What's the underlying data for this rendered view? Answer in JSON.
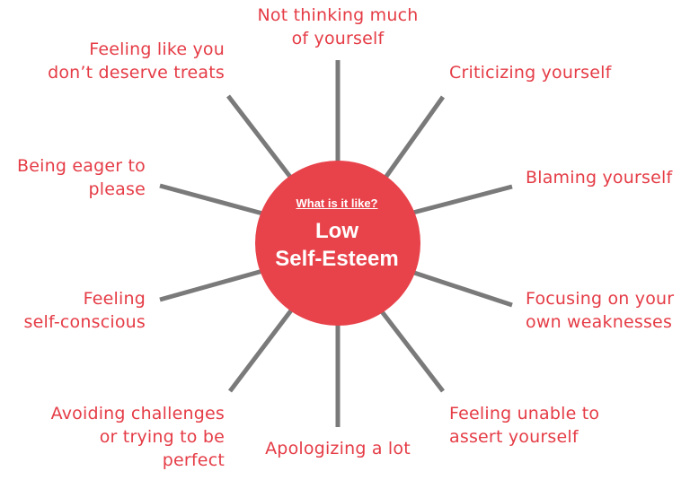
{
  "hub": {
    "question": "What is it like?",
    "title_line1": "Low",
    "title_line2": "Self-Esteem"
  },
  "labels": {
    "top": [
      "Not thinking much",
      "of yourself"
    ],
    "top_left": [
      "Feeling like you",
      "don’t deserve treats"
    ],
    "top_right": [
      "Criticizing yourself"
    ],
    "right_upper": [
      "Blaming yourself"
    ],
    "left_upper": [
      "Being eager to",
      "please"
    ],
    "left_lower": [
      "Feeling",
      "self-conscious"
    ],
    "right_lower": [
      "Focusing on your",
      "own weaknesses"
    ],
    "bottom_left": [
      "Avoiding challenges",
      "or trying to be",
      "perfect"
    ],
    "bottom": [
      "Apologizing a lot"
    ],
    "bottom_right": [
      "Feeling unable to",
      "assert yourself"
    ]
  },
  "colors": {
    "hub": "#e8424a",
    "label_text": "#e53c46",
    "spokes": "#7a7a7a"
  }
}
